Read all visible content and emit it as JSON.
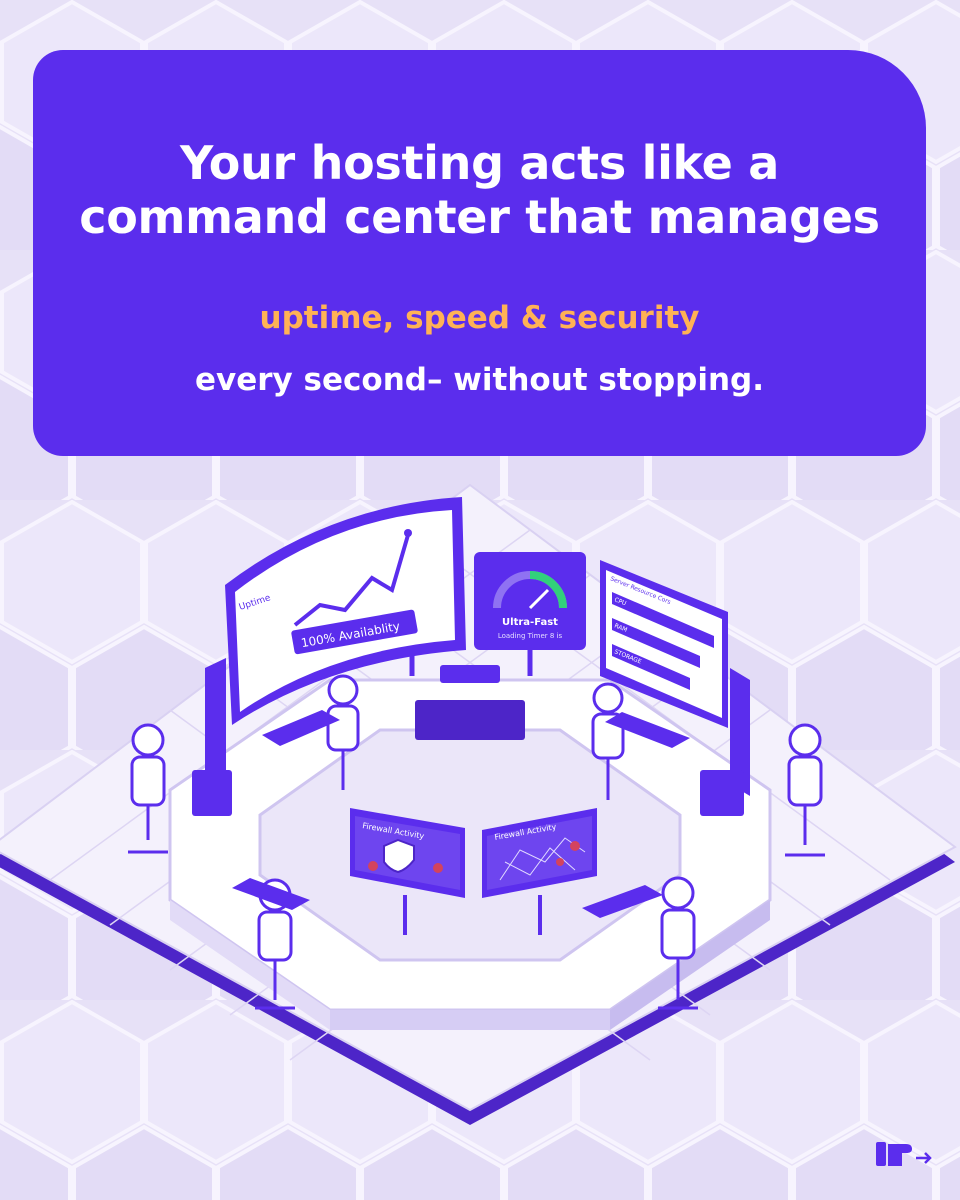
{
  "card": {
    "headline_line1": "Your hosting acts like a",
    "headline_line2": "command center that manages",
    "highlight": "uptime, speed & security",
    "subline": "every second– without stopping."
  },
  "illustration": {
    "uptime_screen": {
      "label": "Uptime",
      "caption": "100% Availablity"
    },
    "speed_screen": {
      "title": "Ultra-Fast",
      "subtitle": "Loading Timer 8 is"
    },
    "resources_screen": {
      "title": "Server Resource Cors",
      "rows": [
        "CPU",
        "RAM",
        "STORAGE"
      ]
    },
    "firewall_left": {
      "title": "Firewall Activity"
    },
    "firewall_right": {
      "title": "Firewall Activity"
    }
  },
  "colors": {
    "card": "#5b2ded",
    "highlight": "#ffb255",
    "accent": "#5b2ded",
    "background": "#e7e1f7"
  },
  "icons": {
    "next": "pointing-hand-arrow-icon"
  }
}
